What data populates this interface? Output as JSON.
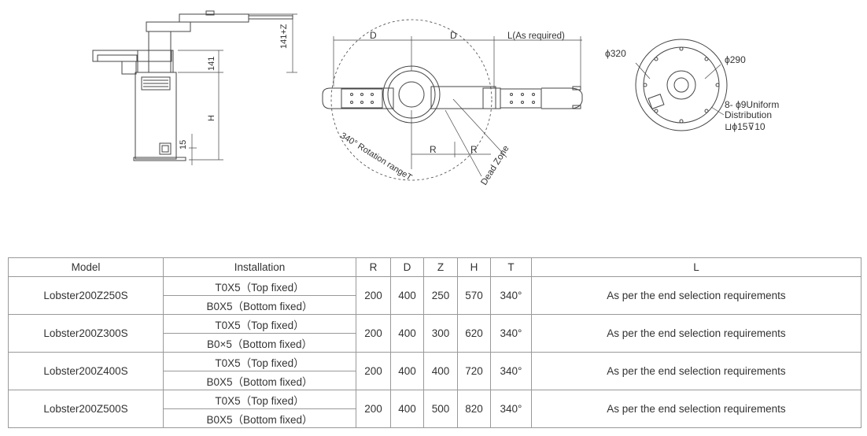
{
  "drawing": {
    "side_view": {
      "dim_top": "141+Z",
      "dim_mid": "141",
      "dim_h": "H",
      "dim_base": "15"
    },
    "top_view": {
      "dim_d_left": "D",
      "dim_d_right": "D",
      "dim_l": "L(As required)",
      "rotation_label": "340° Rotation rangeT",
      "dim_r_left": "R",
      "dim_r_right": "R",
      "dead_zone": "Dead Zone"
    },
    "base_view": {
      "dia_outer": "ϕ320",
      "dia_inner": "ϕ290",
      "holes_line1": "8- ϕ9Uniform",
      "holes_line2": "Distribution",
      "holes_line3": "⊔ϕ15⊽10"
    }
  },
  "table": {
    "headers": [
      "Model",
      "Installation",
      "R",
      "D",
      "Z",
      "H",
      "T",
      "L"
    ],
    "rows": [
      {
        "model": "Lobster200Z250S",
        "install_top": "T0X5（Top fixed）",
        "install_bottom": "B0X5（Bottom fixed）",
        "r": "200",
        "d": "400",
        "z": "250",
        "h": "570",
        "t": "340°",
        "l": "As per the end selection requirements"
      },
      {
        "model": "Lobster200Z300S",
        "install_top": "T0X5（Top fixed）",
        "install_bottom": "B0×5（Bottom fixed）",
        "r": "200",
        "d": "400",
        "z": "300",
        "h": "620",
        "t": "340°",
        "l": "As per the end selection requirements"
      },
      {
        "model": "Lobster200Z400S",
        "install_top": "T0X5（Top fixed）",
        "install_bottom": "B0X5（Bottom fixed）",
        "r": "200",
        "d": "400",
        "z": "400",
        "h": "720",
        "t": "340°",
        "l": "As per the end selection requirements"
      },
      {
        "model": "Lobster200Z500S",
        "install_top": "T0X5（Top fixed）",
        "install_bottom": "B0X5（Bottom fixed）",
        "r": "200",
        "d": "400",
        "z": "500",
        "h": "820",
        "t": "340°",
        "l": "As per the end selection requirements"
      }
    ]
  }
}
